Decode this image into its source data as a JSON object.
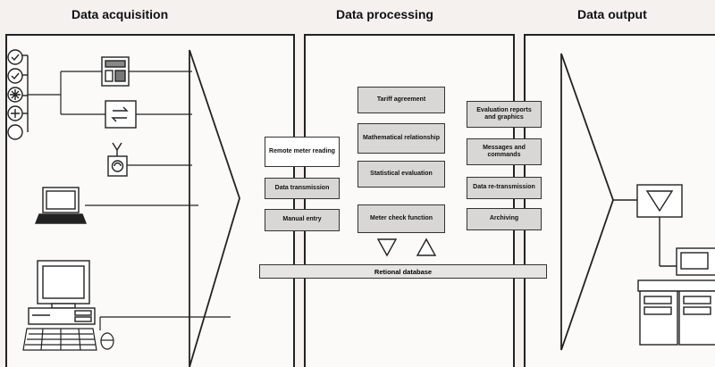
{
  "headers": {
    "acquisition": "Data acquisition",
    "processing": "Data processing",
    "output": "Data output"
  },
  "processing_boxes": {
    "remote_meter_reading": "Remote meter reading",
    "data_transmission": "Data transmission",
    "manual_entry": "Manual entry",
    "tariff_agreement": "Tariff agreement",
    "mathematical_relationship": "Mathematical relationship",
    "statistical_evaluation": "Statistical evaluation",
    "meter_check_function": "Meter check function",
    "evaluation_reports": "Evaluation reports and graphics",
    "messages_commands": "Messages and commands",
    "data_retransmission": "Data re-transmission",
    "archiving": "Archiving"
  },
  "database_label": "Retional database",
  "icons": [
    "meter-gauge-icon",
    "tariff-device-icon",
    "data-converter-icon",
    "antenna-icon",
    "laptop-icon",
    "desktop-computer-icon",
    "keyboard-icon",
    "mouse-icon",
    "output-terminal-icon",
    "printer-icon"
  ]
}
